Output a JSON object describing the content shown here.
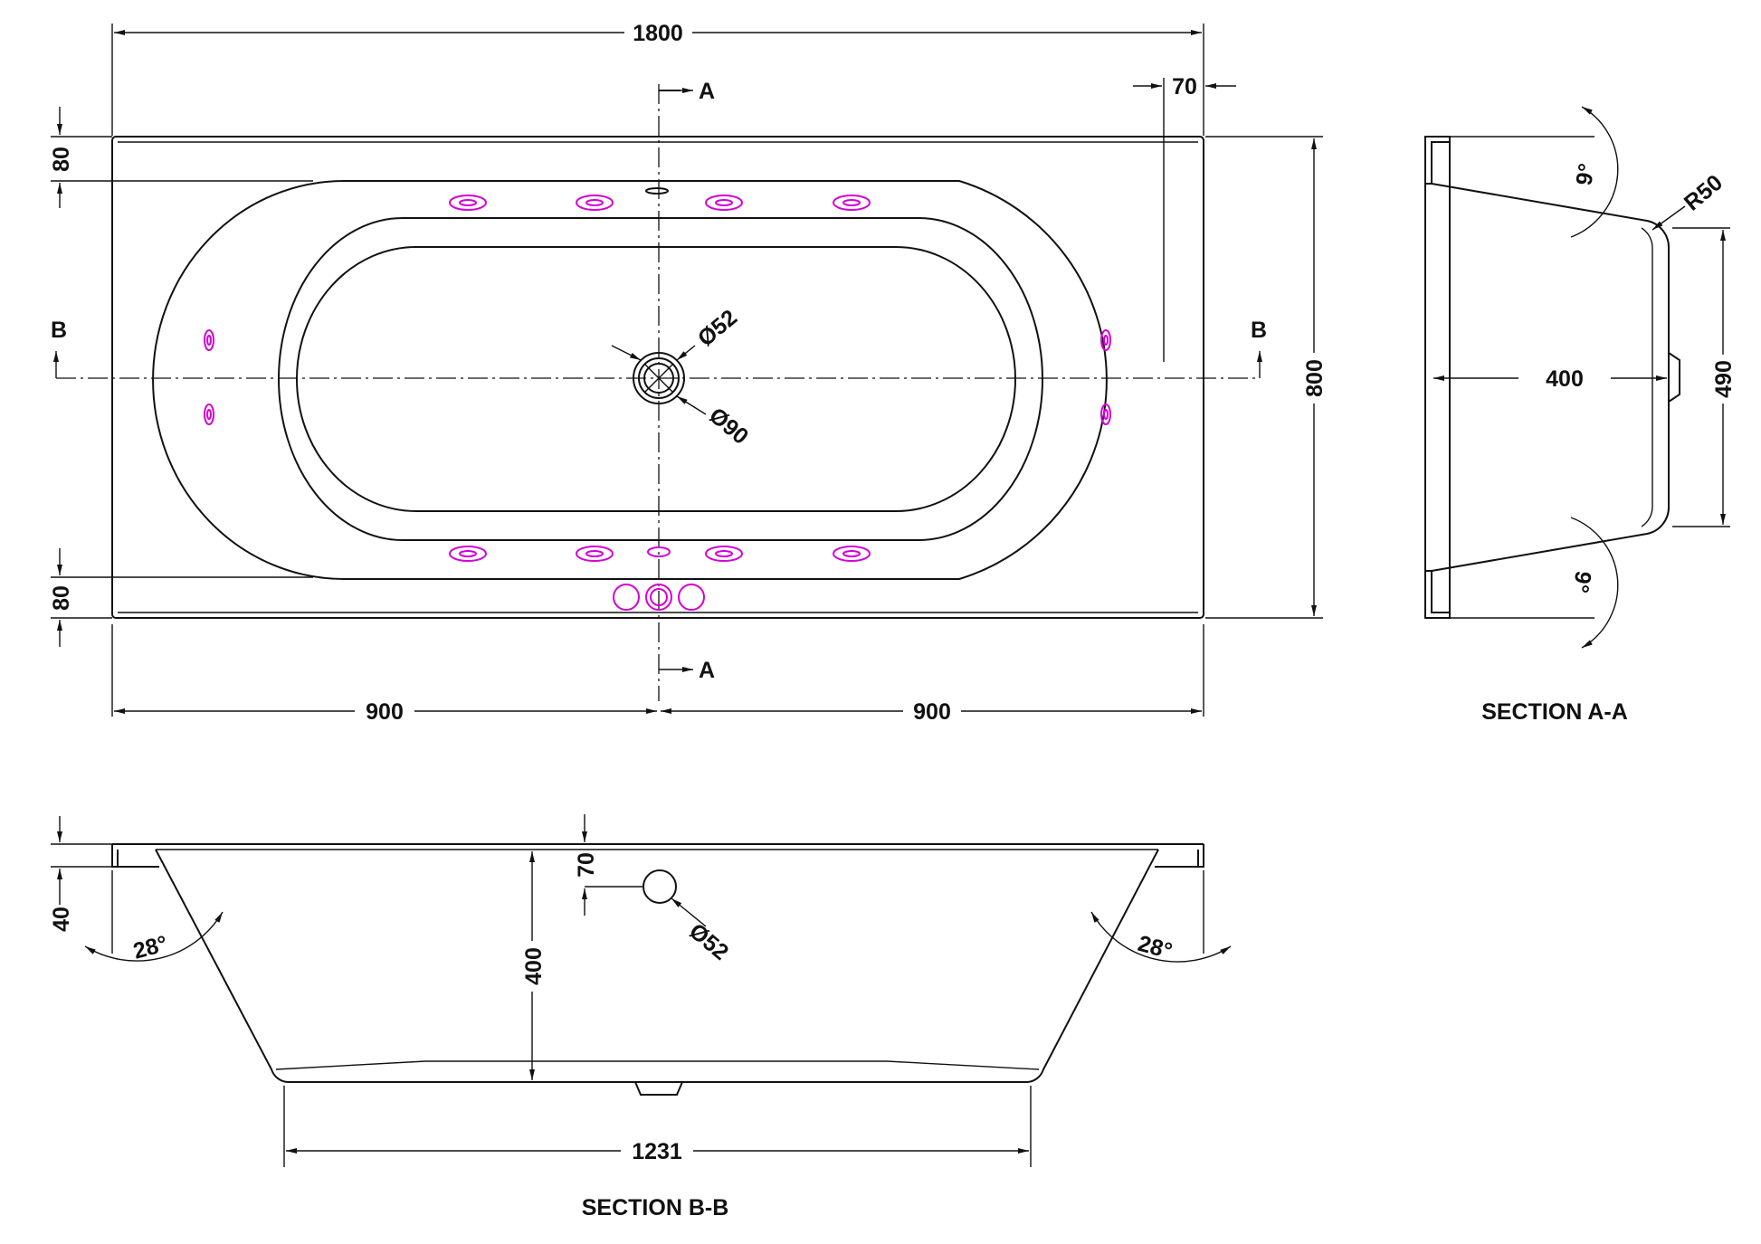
{
  "plan": {
    "overall_length": "1800",
    "overall_width": "800",
    "rim_top": "80",
    "rim_bottom": "80",
    "half_left": "900",
    "half_right": "900",
    "tap_offset": "70",
    "section_a_label": "A",
    "section_b_label": "B",
    "waste_inner": "Ø52",
    "waste_outer": "Ø90"
  },
  "section_aa": {
    "title": "SECTION A-A",
    "angle_top": "9°",
    "angle_bottom": "9°",
    "radius": "R50",
    "depth": "400",
    "height": "490"
  },
  "section_bb": {
    "title": "SECTION B-B",
    "rim_thickness": "40",
    "angle_left": "28°",
    "angle_right": "28°",
    "depth": "400",
    "overflow_offset": "70",
    "overflow_dia": "Ø52",
    "base_length": "1231"
  },
  "colors": {
    "line": "#111111",
    "jets": "#d400d4",
    "background": "#ffffff"
  }
}
